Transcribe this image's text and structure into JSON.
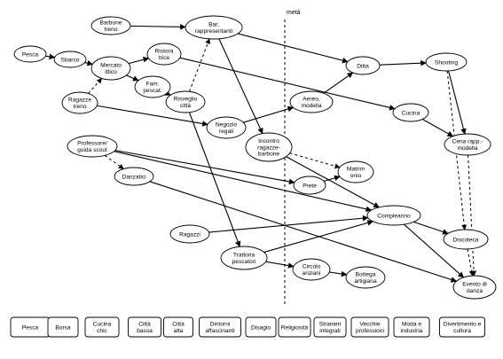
{
  "midline_label": "metà",
  "nodes": [
    {
      "id": "barbone_treno",
      "lines": [
        "Barbone",
        "treno"
      ]
    },
    {
      "id": "bar",
      "lines": [
        "Bar,",
        "rappresentanti"
      ]
    },
    {
      "id": "pesca",
      "lines": [
        "Pesca"
      ]
    },
    {
      "id": "sbarco",
      "lines": [
        "Sbarco"
      ]
    },
    {
      "id": "mercato",
      "lines": [
        "Mercato",
        "ittico"
      ]
    },
    {
      "id": "ristoratrice",
      "lines": [
        "Ristora",
        "trice"
      ]
    },
    {
      "id": "fam_pescat",
      "lines": [
        "Fam.",
        "pescat."
      ]
    },
    {
      "id": "risveglio",
      "lines": [
        "Risveglio",
        "città"
      ]
    },
    {
      "id": "ragazze_treno",
      "lines": [
        "Ragazze",
        "treno"
      ]
    },
    {
      "id": "ditta",
      "lines": [
        "Ditta"
      ]
    },
    {
      "id": "shooting",
      "lines": [
        "Shooting"
      ]
    },
    {
      "id": "aereo",
      "lines": [
        "Aereo,",
        "modella"
      ]
    },
    {
      "id": "cucina",
      "lines": [
        "Cucina"
      ]
    },
    {
      "id": "negozio",
      "lines": [
        "Negozio",
        "regali"
      ]
    },
    {
      "id": "incontro",
      "lines": [
        "Incontro",
        "ragazze-",
        "barbone"
      ]
    },
    {
      "id": "cena",
      "lines": [
        "Cena rapp.-",
        "modella"
      ]
    },
    {
      "id": "professore",
      "lines": [
        "Professore/",
        "guida scout"
      ]
    },
    {
      "id": "matrimonio",
      "lines": [
        "Matrim",
        "onio"
      ]
    },
    {
      "id": "danzatici",
      "lines": [
        "Danzatici"
      ]
    },
    {
      "id": "prete",
      "lines": [
        "Prete"
      ]
    },
    {
      "id": "compleanno",
      "lines": [
        "Compleanno"
      ]
    },
    {
      "id": "ragazzi",
      "lines": [
        "Ragazzi"
      ]
    },
    {
      "id": "discoteca",
      "lines": [
        "Discoteca"
      ]
    },
    {
      "id": "trattoria",
      "lines": [
        "Trattoria",
        "pescatori"
      ]
    },
    {
      "id": "circolo",
      "lines": [
        "Circolo",
        "anziani"
      ]
    },
    {
      "id": "bottega",
      "lines": [
        "Bottega",
        "artigiana"
      ]
    },
    {
      "id": "evento",
      "lines": [
        "Evento di",
        "danza"
      ]
    }
  ],
  "edges": [
    {
      "from": "barbone_treno",
      "to": "bar",
      "style": "solid"
    },
    {
      "from": "bar",
      "to": "ditta",
      "style": "solid"
    },
    {
      "from": "bar",
      "to": "incontro",
      "style": "solid"
    },
    {
      "from": "pesca",
      "to": "sbarco",
      "style": "solid"
    },
    {
      "from": "sbarco",
      "to": "mercato",
      "style": "solid"
    },
    {
      "from": "mercato",
      "to": "ristoratrice",
      "style": "solid"
    },
    {
      "from": "mercato",
      "to": "fam_pescat",
      "style": "solid"
    },
    {
      "from": "fam_pescat",
      "to": "risveglio",
      "style": "solid"
    },
    {
      "from": "risveglio",
      "to": "bar",
      "style": "dashed"
    },
    {
      "from": "ragazze_treno",
      "to": "mercato",
      "style": "dashed"
    },
    {
      "from": "ragazze_treno",
      "to": "negozio",
      "style": "solid"
    },
    {
      "from": "ristoratrice",
      "to": "cucina",
      "style": "solid"
    },
    {
      "from": "ditta",
      "to": "shooting",
      "style": "solid"
    },
    {
      "from": "aereo",
      "to": "ditta",
      "style": "solid"
    },
    {
      "from": "negozio",
      "to": "aereo",
      "style": "solid"
    },
    {
      "from": "shooting",
      "to": "cena",
      "style": "solid"
    },
    {
      "from": "shooting",
      "to": "discoteca",
      "style": "dashed"
    },
    {
      "from": "cucina",
      "to": "cena",
      "style": "solid"
    },
    {
      "from": "cena",
      "to": "evento",
      "style": "dashed"
    },
    {
      "from": "incontro",
      "to": "matrimonio",
      "style": "dashed"
    },
    {
      "from": "incontro",
      "to": "compleanno",
      "style": "solid"
    },
    {
      "from": "prete",
      "to": "matrimonio",
      "style": "solid"
    },
    {
      "from": "professore",
      "to": "prete",
      "style": "solid"
    },
    {
      "from": "professore",
      "to": "compleanno",
      "style": "solid"
    },
    {
      "from": "professore",
      "to": "danzatici",
      "style": "dashed"
    },
    {
      "from": "danzatici",
      "to": "evento",
      "style": "solid"
    },
    {
      "from": "ragazzi",
      "to": "compleanno",
      "style": "solid"
    },
    {
      "from": "risveglio",
      "to": "trattoria",
      "style": "solid"
    },
    {
      "from": "trattoria",
      "to": "compleanno",
      "style": "solid"
    },
    {
      "from": "trattoria",
      "to": "circolo",
      "style": "solid"
    },
    {
      "from": "circolo",
      "to": "bottega",
      "style": "solid"
    },
    {
      "from": "compleanno",
      "to": "discoteca",
      "style": "solid"
    },
    {
      "from": "compleanno",
      "to": "evento",
      "style": "solid"
    },
    {
      "from": "discoteca",
      "to": "evento",
      "style": "dashed"
    }
  ],
  "legend": [
    {
      "lines": [
        "Pesca"
      ]
    },
    {
      "lines": [
        "Borsa"
      ]
    },
    {
      "lines": [
        "Cucina",
        "chic"
      ]
    },
    {
      "lines": [
        "Città",
        "bassa"
      ]
    },
    {
      "lines": [
        "Città",
        "alta"
      ]
    },
    {
      "lines": [
        "Dintorni",
        "affascinanti"
      ]
    },
    {
      "lines": [
        "Disagio"
      ]
    },
    {
      "lines": [
        "Religiosità"
      ]
    },
    {
      "lines": [
        "Stranieri",
        "integrati"
      ]
    },
    {
      "lines": [
        "Vecchie",
        "professioni"
      ]
    },
    {
      "lines": [
        "Moda e",
        "industria"
      ]
    },
    {
      "lines": [
        "Divertimento e",
        "cultura"
      ]
    }
  ]
}
